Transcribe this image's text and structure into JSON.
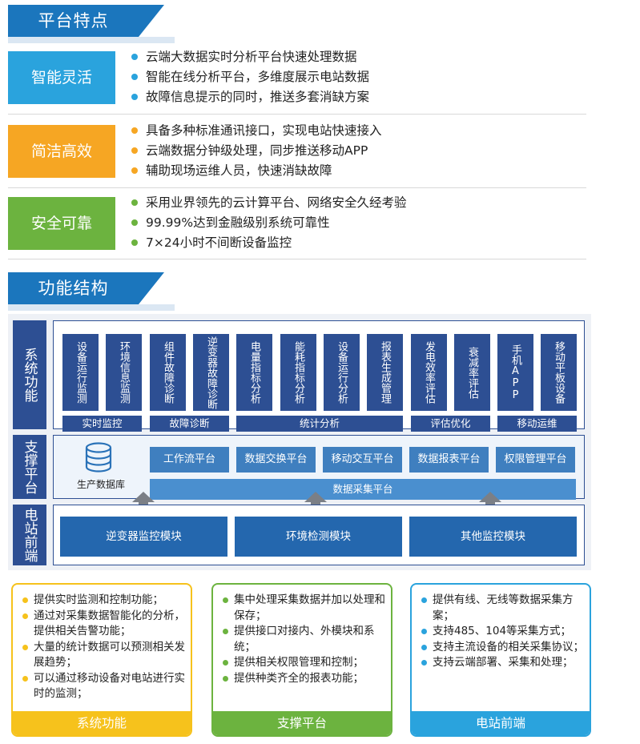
{
  "section1": {
    "title": "平台特点"
  },
  "features": [
    {
      "label": "智能灵活",
      "color": "#2aa3dd",
      "items": [
        "云端大数据实时分析平台快速处理数据",
        "智能在线分析平台，多维度展示电站数据",
        "故障信息提示的同时，推送多套消缺方案"
      ]
    },
    {
      "label": "简洁高效",
      "color": "#f6a623",
      "items": [
        "具备多种标准通讯接口，实现电站快速接入",
        "云端数据分钟级处理，同步推送移动APP",
        "辅助现场运维人员，快速消缺故障"
      ]
    },
    {
      "label": "安全可靠",
      "color": "#6cb33f",
      "items": [
        "采用业界领先的云计算平台、网络安全久经考验",
        "99.99%达到金融级别系统可靠性",
        "7×24小时不间断设备监控"
      ]
    }
  ],
  "section2": {
    "title": "功能结构"
  },
  "diagram": {
    "row_labels": {
      "system": "系统功能",
      "support": "支撑平台",
      "front": "电站前端"
    },
    "functions": [
      "设备运行监测",
      "环境信息监测",
      "组件故障诊断",
      "逆变器故障诊断",
      "电量指标分析",
      "能耗指标分析",
      "设备运行分析",
      "报表生成管理",
      "发电效率评估",
      "衰减率评估",
      "手机APP",
      "移动平板设备"
    ],
    "groups": [
      "实时监控",
      "故障诊断",
      "统计分析",
      "评估优化",
      "移动运维"
    ],
    "db_label": "生产数据库",
    "platforms": [
      "工作流平台",
      "数据交换平台",
      "移动交互平台",
      "数据报表平台",
      "权限管理平台"
    ],
    "collection": "数据采集平台",
    "front_modules": [
      "逆变器监控模块",
      "环境检测模块",
      "其他监控模块"
    ]
  },
  "cards": [
    {
      "title": "系统功能",
      "color": "#f6c21c",
      "items": [
        "提供实时监测和控制功能；",
        "通过对采集数据智能化的分析，提供相关告警功能；",
        "大量的统计数据可以预测相关发展趋势；",
        "可以通过移动设备对电站进行实时的监测；"
      ]
    },
    {
      "title": "支撑平台",
      "color": "#6cb33f",
      "items": [
        "集中处理采集数据并加以处理和保存；",
        "提供接口对接内、外模块和系统；",
        "提供相关权限管理和控制；",
        "提供种类齐全的报表功能；"
      ]
    },
    {
      "title": "电站前端",
      "color": "#2aa3dd",
      "items": [
        "提供有线、无线等数据采集方案；",
        "支持485、104等采集方式；",
        "支持主流设备的相关采集协议；",
        "支持云端部署、采集和处理；"
      ]
    }
  ]
}
